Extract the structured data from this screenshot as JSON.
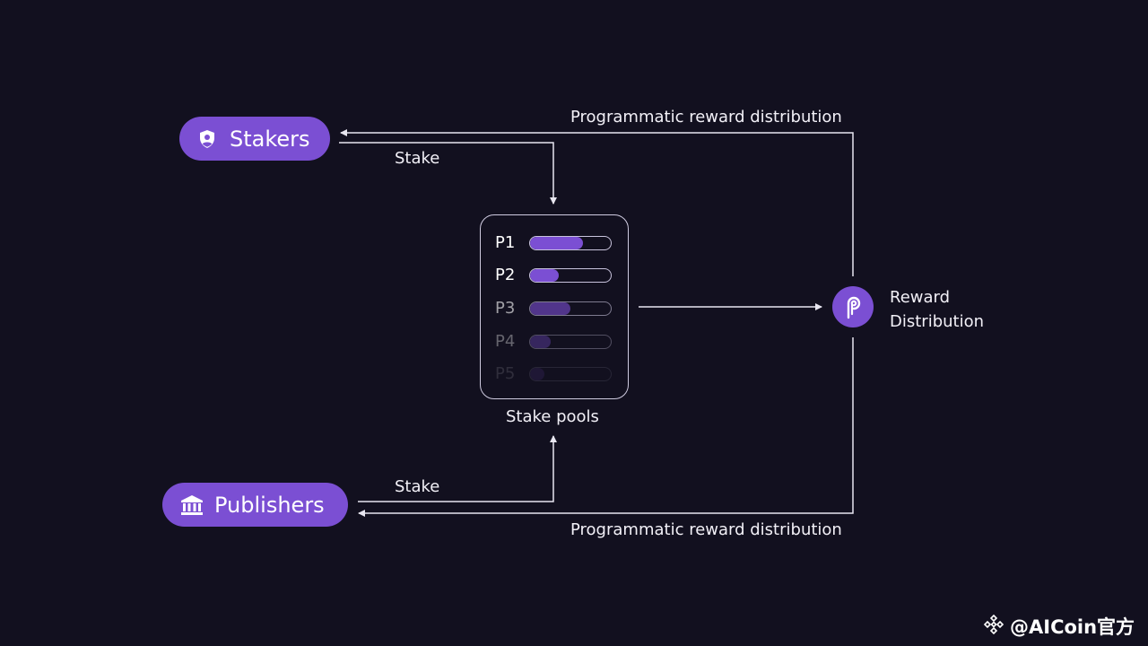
{
  "nodes": {
    "stakers": {
      "label": "Stakers",
      "icon": "shield-user-icon"
    },
    "publishers": {
      "label": "Publishers",
      "icon": "bank-icon"
    },
    "stake_pools": {
      "caption": "Stake pools",
      "pools": [
        {
          "label": "P1",
          "fill": 0.65,
          "opacity": 1.0
        },
        {
          "label": "P2",
          "fill": 0.35,
          "opacity": 1.0
        },
        {
          "label": "P3",
          "fill": 0.5,
          "opacity": 0.6
        },
        {
          "label": "P4",
          "fill": 0.25,
          "opacity": 0.35
        },
        {
          "label": "P5",
          "fill": 0.18,
          "opacity": 0.12
        }
      ]
    },
    "reward": {
      "line1": "Reward",
      "line2": "Distribution",
      "icon": "pyth-logo-icon"
    }
  },
  "edges": {
    "top_reward": "Programmatic reward distribution",
    "bottom_reward": "Programmatic reward distribution",
    "stakers_stake": "Stake",
    "publishers_stake": "Stake"
  },
  "watermark": {
    "text": "@AICoin官方",
    "icon": "binance-diamond-icon"
  },
  "colors": {
    "background": "#12101f",
    "accent": "#7b4fd3",
    "line": "#e8e6f0"
  }
}
